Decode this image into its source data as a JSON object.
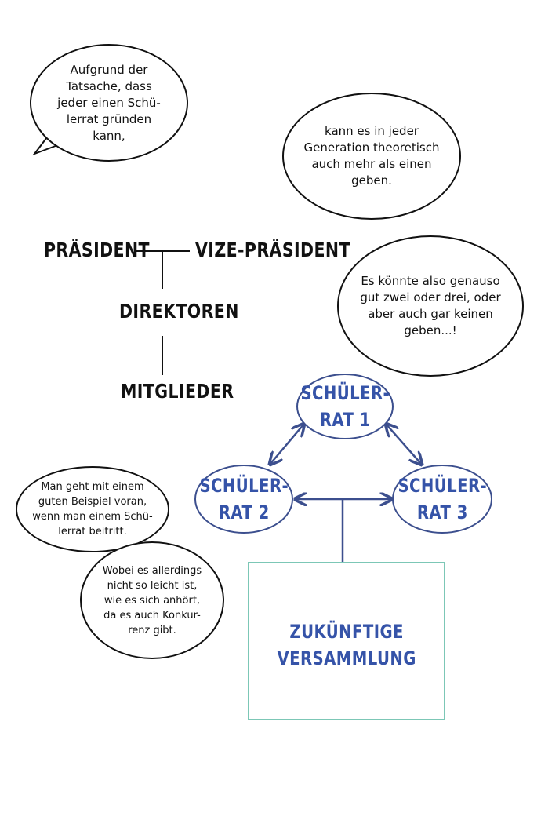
{
  "bubbles": {
    "b1": "Aufgrund der\nTatsache, dass\njeder einen Schü-\nlerrat gründen\nkann,",
    "b2": "kann es in jeder\nGeneration theoretisch\nauch mehr als einen\ngeben.",
    "b3": "Es könnte also genauso\ngut zwei oder drei, oder\naber auch gar keinen\ngeben...!",
    "b4": "Man geht mit einem\nguten Beispiel voran,\nwenn man einem Schü-\nlerrat beitritt.",
    "b5": "Wobei es allerdings\nnicht so leicht ist,\nwie es sich anhört,\nda es auch Konkur-\nrenz gibt."
  },
  "hierarchy": {
    "president": "PRÄSIDENT",
    "vice_president": "VIZE-PRÄSIDENT",
    "directors": "DIREKTOREN",
    "members": "MITGLIEDER"
  },
  "councils": {
    "c1": "SCHÜLER-\nRAT 1",
    "c2": "SCHÜLER-\nRAT 2",
    "c3": "SCHÜLER-\nRAT 3"
  },
  "assembly": "ZUKÜNFTIGE\nVERSAMMLUNG",
  "colors": {
    "ink": "#111111",
    "council_text": "#3553a8",
    "council_outline": "#3c4f8e",
    "assembly_border": "#7cc7b6"
  }
}
